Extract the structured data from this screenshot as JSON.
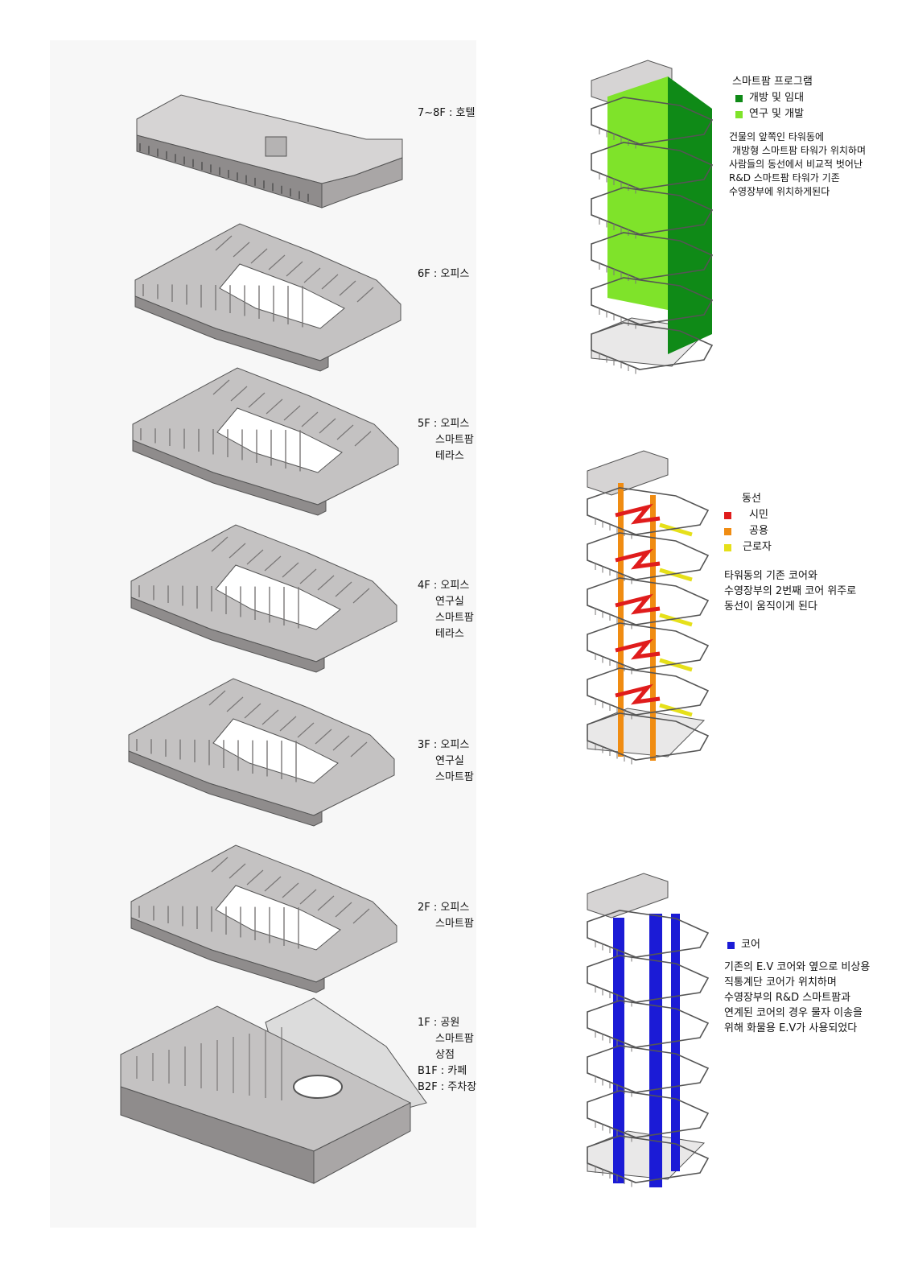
{
  "floors": [
    {
      "id": "f78",
      "lines": [
        "7~8F : 호텔"
      ]
    },
    {
      "id": "f6",
      "lines": [
        "6F : 오피스"
      ]
    },
    {
      "id": "f5",
      "lines": [
        "5F : 오피스",
        "스마트팜",
        "테라스"
      ]
    },
    {
      "id": "f4",
      "lines": [
        "4F : 오피스",
        "연구실",
        "스마트팜",
        "테라스"
      ]
    },
    {
      "id": "f3",
      "lines": [
        "3F : 오피스",
        "연구실",
        "스마트팜"
      ]
    },
    {
      "id": "f2",
      "lines": [
        "2F : 오피스",
        "스마트팜"
      ]
    },
    {
      "id": "f1",
      "lines": [
        "1F : 공원",
        "스마트팜",
        "상점",
        "B1F : 카페",
        "B2F : 주차장"
      ]
    }
  ],
  "program_legend": {
    "title": "스마트팜 프로그램",
    "items": [
      {
        "label": "개방 및 임대",
        "color": "#0f8a17"
      },
      {
        "label": "연구 및 개발",
        "color": "#7fe32a"
      }
    ],
    "note": [
      "건물의 앞쪽인 타워동에",
      "개방형 스마트팜 타워가 위치하며",
      "사람들의 동선에서 비교적 벗어난",
      "R&D 스마트팜 타워가 기존",
      "수영장부에 위치하게된다"
    ]
  },
  "circulation_legend": {
    "title": "동선",
    "items": [
      {
        "label": "시민",
        "color": "#e01c1c"
      },
      {
        "label": "공용",
        "color": "#f08c12"
      },
      {
        "label": "근로자",
        "color": "#e6e01a"
      }
    ],
    "note": [
      "타워동의 기존 코어와",
      "수영장부의 2번째 코어 위주로",
      "동선이 움직이게 된다"
    ]
  },
  "core_legend": {
    "items": [
      {
        "label": "코어",
        "color": "#1b1bd6"
      }
    ],
    "note": [
      "기존의 E.V 코어와 옆으로 비상용",
      "직통계단 코어가 위치하며",
      "수영장부의 R&D 스마트팜과",
      "연계된 코어의 경우 물자 이송을",
      "위해 화물용 E.V가 사용되었다"
    ]
  },
  "colors": {
    "slab_top": "#d6d4d4",
    "slab_side": "#8f8c8c",
    "slab_edge": "#555555",
    "floor_fill": "#c4c2c2",
    "wall": "#7a7777",
    "ground": "#e9e8e8"
  }
}
